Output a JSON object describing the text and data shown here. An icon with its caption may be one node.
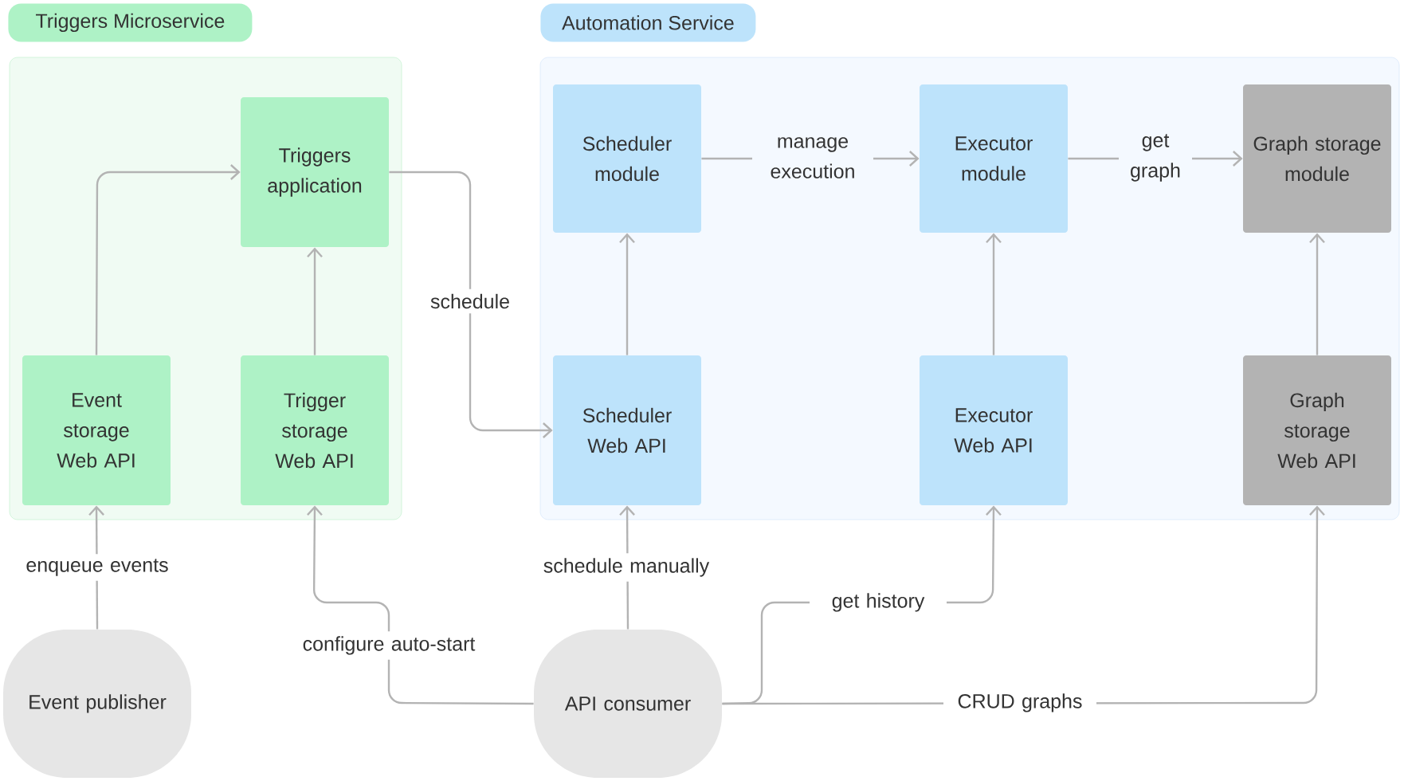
{
  "diagram": {
    "nodes": [
      {
        "text": [
          "Triggers Microservice"
        ]
      },
      {
        "text": [
          "Triggers application"
        ],
        "in": 0
      },
      {
        "text": [
          "Event storage Web API"
        ],
        "in": 0
      },
      {
        "text": [
          "Trigger storage Web API"
        ],
        "in": 0
      },
      {
        "text": [
          "Automation Service"
        ]
      },
      {
        "text": [
          "Scheduler module"
        ],
        "in": 4
      },
      {
        "text": [
          "Executor module"
        ],
        "in": 4
      },
      {
        "text": [
          "Graph storage module"
        ],
        "in": 4
      },
      {
        "text": [
          "Scheduler Web API"
        ],
        "in": 4
      },
      {
        "text": [
          "Executor Web API"
        ],
        "in": 4
      },
      {
        "text": [
          "Graph storage Web API"
        ],
        "in": 4
      },
      {
        "text": [
          "Event publisher"
        ]
      },
      {
        "text": [
          "API consumer"
        ]
      }
    ],
    "edges": [
      {
        "from": 2,
        "to": 1,
        "arrow": "to"
      },
      {
        "from": 3,
        "to": 1,
        "arrow": "to"
      },
      {
        "from": 1,
        "to": 8,
        "arrow": "to",
        "label": "schedule"
      },
      {
        "from": 5,
        "to": 6,
        "arrow": "to",
        "label": "manage execution"
      },
      {
        "from": 6,
        "to": 7,
        "arrow": "to",
        "label": "get graph"
      },
      {
        "from": 8,
        "to": 5,
        "arrow": "to"
      },
      {
        "from": 9,
        "to": 6,
        "arrow": "to"
      },
      {
        "from": 10,
        "to": 7,
        "arrow": "to"
      },
      {
        "from": 11,
        "to": 2,
        "arrow": "to",
        "label": "enqueue events"
      },
      {
        "from": 12,
        "to": 3,
        "arrow": "to",
        "label": "configure auto-start"
      },
      {
        "from": 12,
        "to": 8,
        "arrow": "to",
        "label": "schedule manually"
      },
      {
        "from": 12,
        "to": 9,
        "arrow": "to",
        "label": "get history"
      },
      {
        "from": 12,
        "to": 10,
        "arrow": "to",
        "label": "CRUD graphs"
      }
    ]
  }
}
